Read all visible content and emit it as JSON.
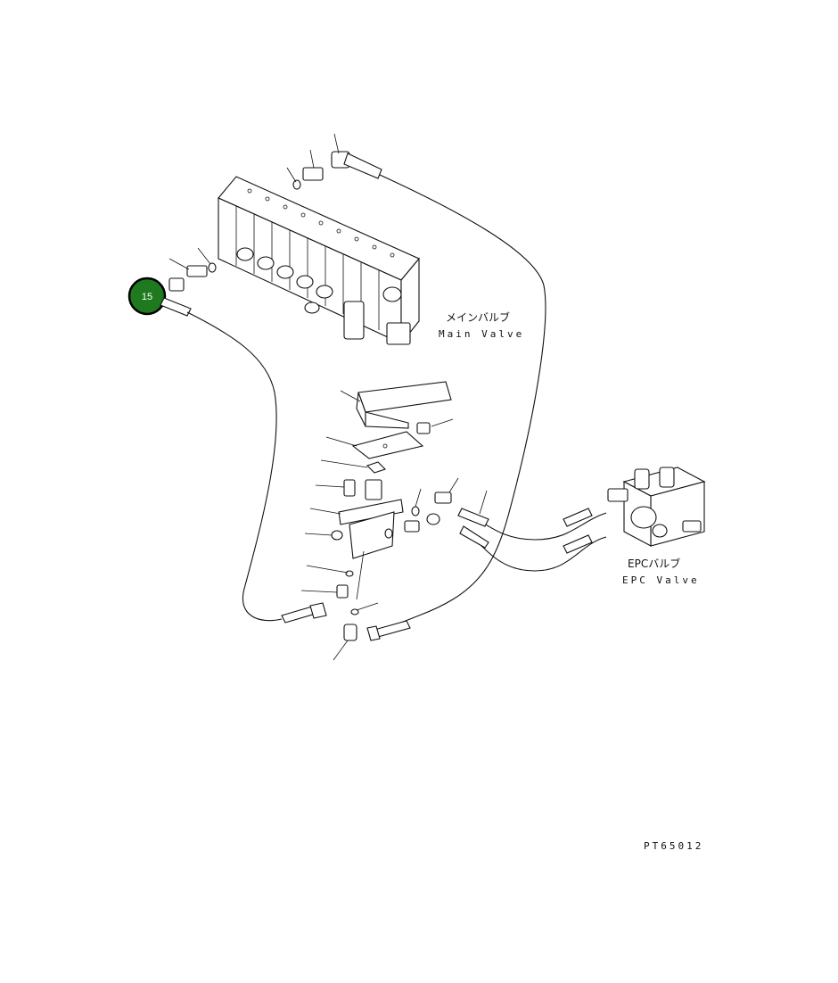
{
  "labels": {
    "main_valve_jp": "メインバルブ",
    "main_valve_en": "Main Valve",
    "epc_valve_jp": "EPCバルブ",
    "epc_valve_en": "EPC Valve",
    "drawing_code": "PT65012"
  },
  "callout": {
    "number": "15",
    "color": "#1f7a1f"
  },
  "icons": {
    "main_valve": "valve-block-icon",
    "epc_valve": "solenoid-valve-icon"
  }
}
